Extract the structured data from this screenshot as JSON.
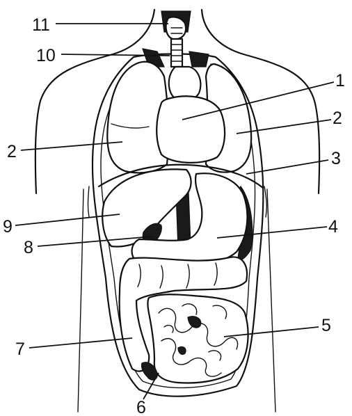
{
  "labels": {
    "l1": "1",
    "l2a": "2",
    "l2b": "2",
    "l3": "3",
    "l4": "4",
    "l5": "5",
    "l6": "6",
    "l7": "7",
    "l8": "8",
    "l9": "9",
    "l10": "10",
    "l11": "11"
  }
}
